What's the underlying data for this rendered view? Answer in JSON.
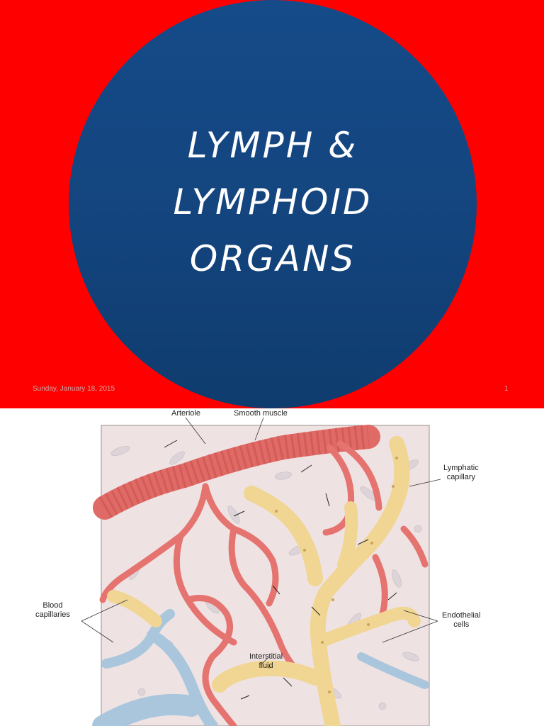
{
  "slide1": {
    "title_lines": [
      "LYMPH &",
      "LYMPHOID",
      "ORGANS"
    ],
    "date": "Sunday, January 18, 2015",
    "page_number": "1",
    "colors": {
      "background": "#ff0000",
      "circle": "#154b89",
      "text": "#ffffff"
    }
  },
  "figure": {
    "labels": {
      "arteriole": "Arteriole",
      "smooth_muscle": "Smooth muscle",
      "lymphatic_capillary": [
        "Lymphatic",
        "capillary"
      ],
      "blood_capillaries": [
        "Blood",
        "capillaries"
      ],
      "endothelial_cells": [
        "Endothelial",
        "cells"
      ],
      "interstitial_fluid": [
        "Interstitial",
        "fluid"
      ]
    },
    "colors": {
      "tissue": "#efe2e2",
      "vessel_red": "#e5736f",
      "lymph_yellow": "#f2d99a",
      "vein_blue": "#b9d3e6"
    }
  }
}
